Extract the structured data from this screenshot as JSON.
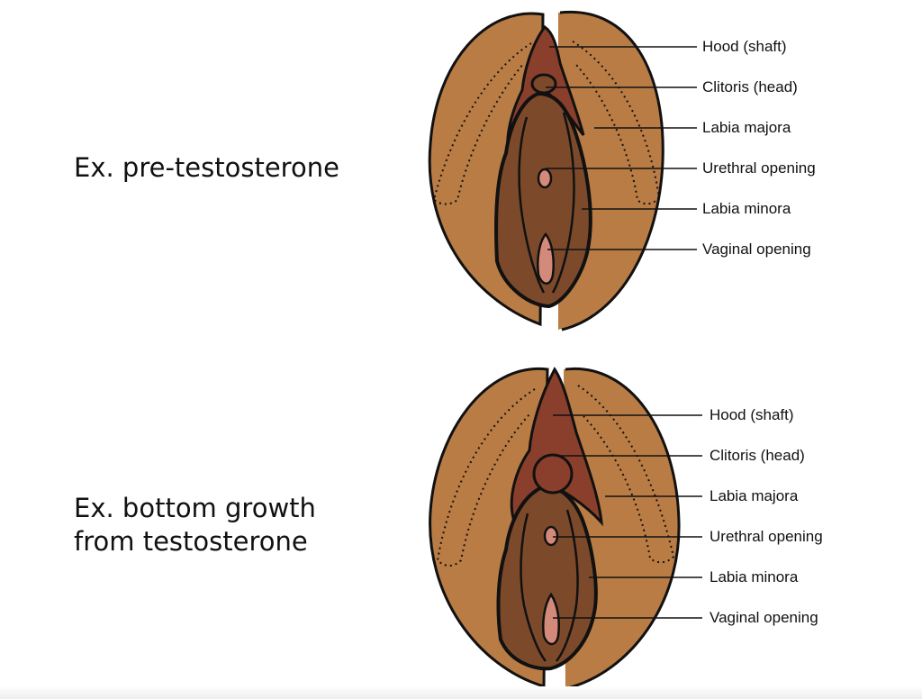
{
  "colors": {
    "skin": "#B97C45",
    "minora": "#7C4A2B",
    "hood": "#8A3F2C",
    "opening": "#D48A7A",
    "outline": "#111111"
  },
  "diagrams": [
    {
      "caption_lines": [
        "Ex. pre-testosterone"
      ],
      "labels": [
        "Hood (shaft)",
        "Clitoris (head)",
        "Labia majora",
        "Urethral opening",
        "Labia minora",
        "Vaginal opening"
      ]
    },
    {
      "caption_lines": [
        "Ex. bottom growth",
        "from testosterone"
      ],
      "labels": [
        "Hood (shaft)",
        "Clitoris (head)",
        "Labia majora",
        "Urethral opening",
        "Labia minora",
        "Vaginal opening"
      ]
    }
  ]
}
